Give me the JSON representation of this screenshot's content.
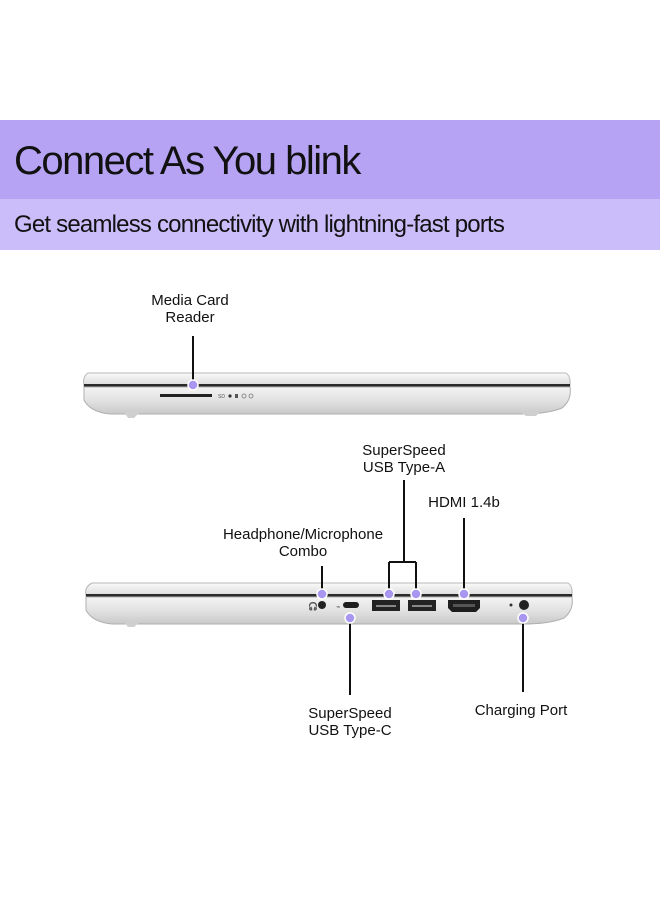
{
  "banner": {
    "title": "Connect As You blink",
    "subtitle": "Get seamless connectivity with lightning-fast ports",
    "colors": {
      "title_band": "#b7a3f4",
      "subtitle_band": "#cbbdf9"
    }
  },
  "callouts": {
    "media_card_reader": {
      "line1": "Media Card",
      "line2": "Reader"
    },
    "superspeed_usb_a": {
      "line1": "SuperSpeed",
      "line2": "USB Type-A"
    },
    "hdmi": {
      "line1": "HDMI 1.4b"
    },
    "headphone_combo": {
      "line1": "Headphone/Microphone",
      "line2": "Combo"
    },
    "superspeed_usb_c": {
      "line1": "SuperSpeed",
      "line2": "USB Type-C"
    },
    "charging_port": {
      "line1": "Charging Port"
    }
  },
  "laptop_side_labels": {
    "sd": "SD"
  },
  "marker_color": "#a996f0"
}
